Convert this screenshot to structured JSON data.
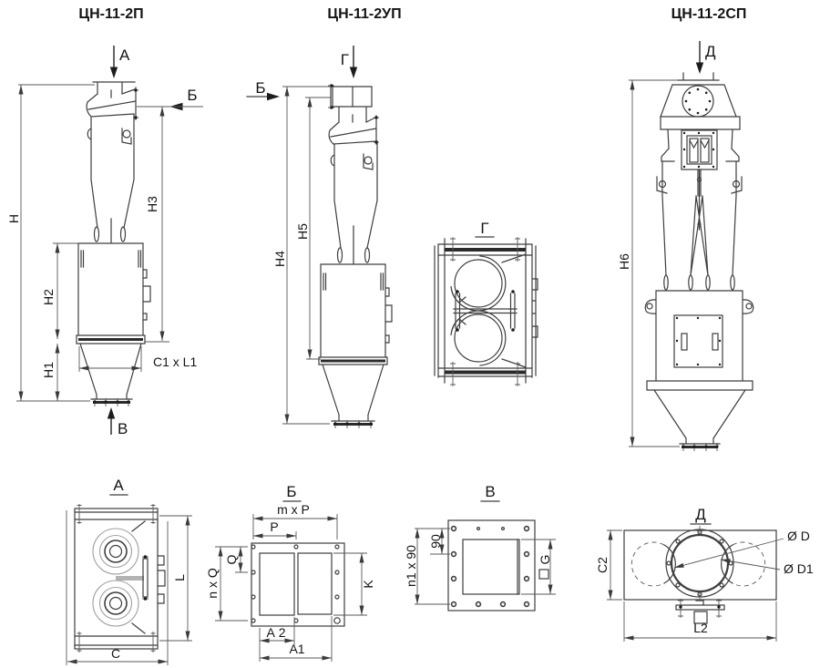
{
  "meta": {
    "background": "#ffffff",
    "line_color": "#3e3e3e",
    "thick_line_color": "#2b2b2b",
    "dim_line_color": "#5a5a5a",
    "text_color": "#141414"
  },
  "models": {
    "cn2p": {
      "title": "ЦН-11-2П",
      "arrow_top": "А",
      "arrow_side": "Б",
      "arrow_bottom": "В",
      "dims": {
        "h": "Н",
        "h1": "Н1",
        "h2": "Н2",
        "h3": "Н3",
        "c1l1": "C1 x L1"
      }
    },
    "cn2up": {
      "title": "ЦН-11-2УП",
      "arrow_top": "Г",
      "arrow_side": "Б",
      "dims": {
        "h4": "Н4",
        "h5": "Н5"
      }
    },
    "cn2sp": {
      "title": "ЦН-11-2СП",
      "arrow_top": "Д",
      "dims": {
        "h6": "Н6"
      }
    }
  },
  "sections": {
    "g": {
      "title": "Г"
    },
    "a": {
      "title": "А",
      "dims": {
        "l": "L",
        "c": "C"
      }
    },
    "b": {
      "title": "Б",
      "dims": {
        "mxp": "m x P",
        "p": "P",
        "q": "Q",
        "nxq": "n x Q",
        "k": "K",
        "a2": "А 2",
        "a1": "А1"
      }
    },
    "v": {
      "title": "В",
      "dims": {
        "d90": "90",
        "n1x90": "n1 x 90",
        "g": "G"
      }
    },
    "d": {
      "title": "Д",
      "dims": {
        "c2": "C2",
        "l2": "L2",
        "dia_d": "Ø D",
        "dia_d1": "Ø D1"
      }
    }
  }
}
